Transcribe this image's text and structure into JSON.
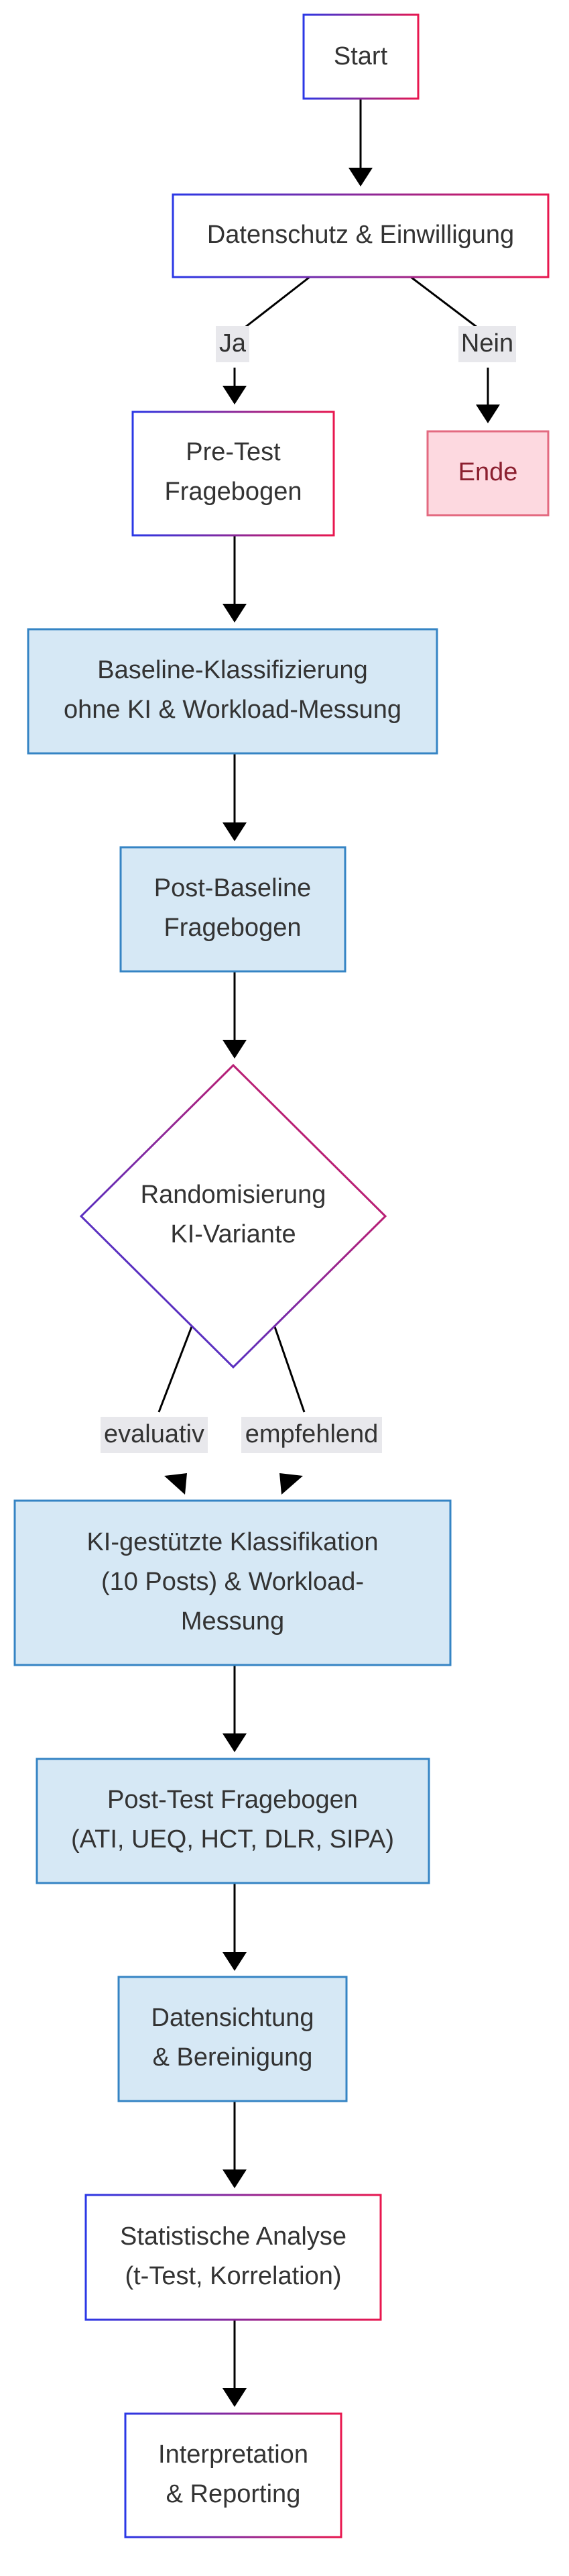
{
  "colors": {
    "edge": "#000000",
    "process_fill": "#d6e8f5",
    "process_stroke": "#3584c4",
    "end_fill": "#fdd9e0",
    "end_stroke": "#e36a80",
    "end_text": "#8b1f2f",
    "gradient_start": "#2b38e6",
    "gradient_end": "#e8174f",
    "label_bg": "#e8e8ec"
  },
  "nodes": {
    "start": "Start",
    "consent": "Datenschutz & Einwilligung",
    "end": "Ende",
    "pretest": [
      "Pre-Test",
      "Fragebogen"
    ],
    "baseline": [
      "Baseline-Klassifizierung",
      "ohne KI & Workload-Messung"
    ],
    "postbaseline": [
      "Post-Baseline",
      "Fragebogen"
    ],
    "randomization": [
      "Randomisierung",
      "KI-Variante"
    ],
    "ai_classification": [
      "KI-gestützte Klassifikation",
      "(10 Posts) & Workload-",
      "Messung"
    ],
    "posttest": [
      "Post-Test Fragebogen",
      "(ATI, UEQ, HCT, DLR, SIPA)"
    ],
    "data_review": [
      "Datensichtung",
      "& Bereinigung"
    ],
    "analysis": [
      "Statistische Analyse",
      "(t-Test, Korrelation)"
    ],
    "interpretation": [
      "Interpretation",
      "& Reporting"
    ]
  },
  "edge_labels": {
    "yes": "Ja",
    "no": "Nein",
    "evaluative": "evaluativ",
    "recommending": "empfehlend"
  }
}
